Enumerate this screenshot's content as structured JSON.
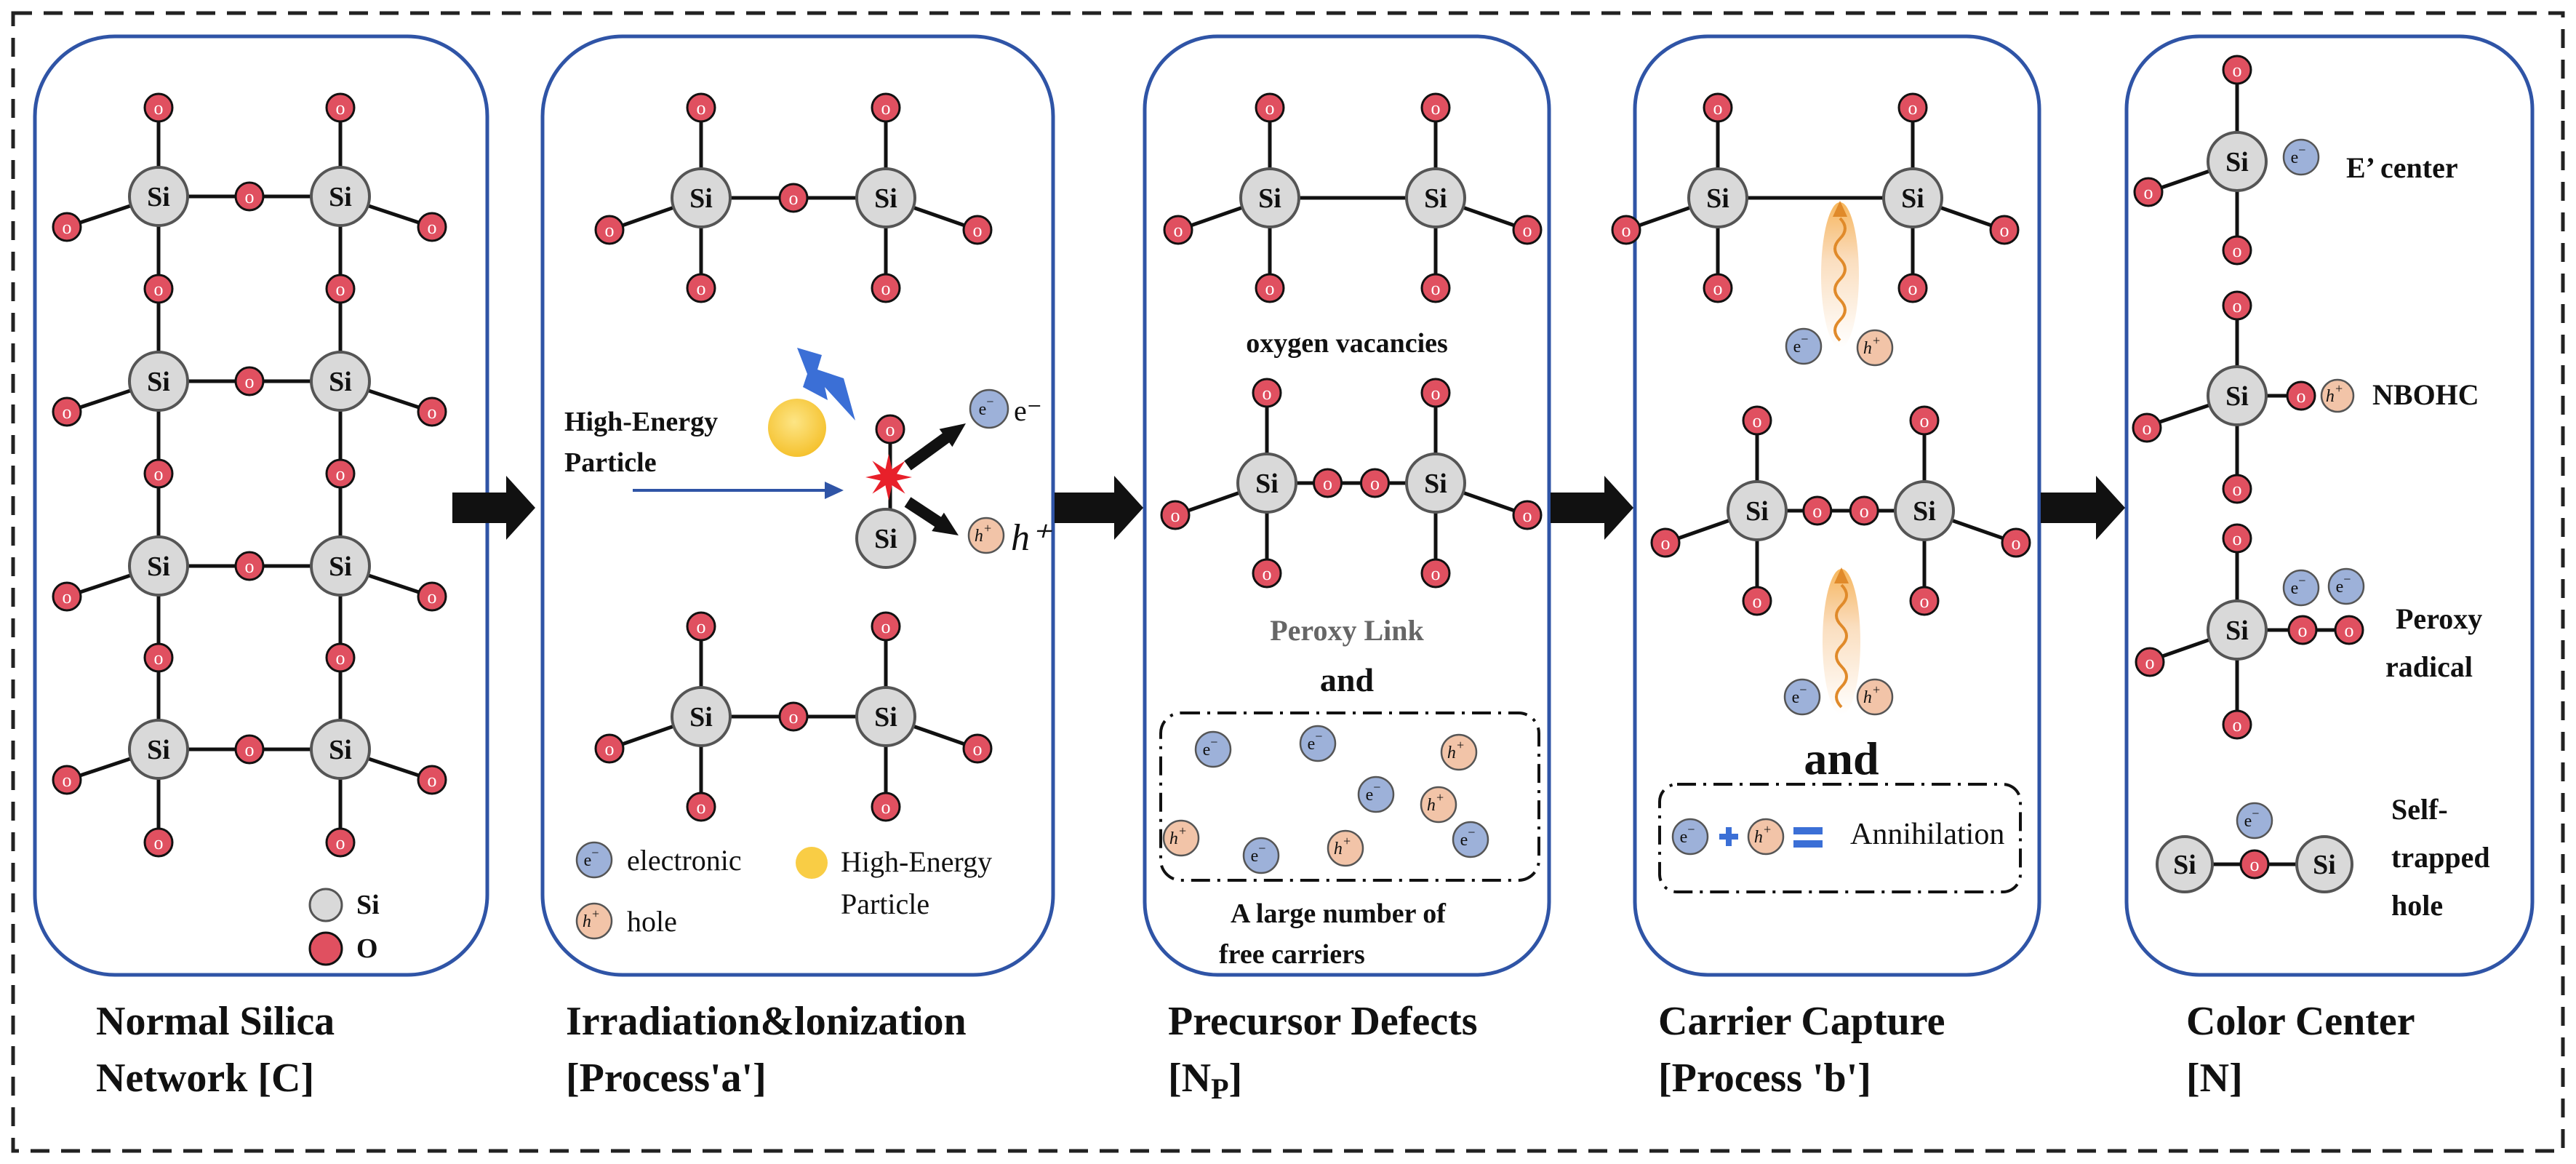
{
  "atoms": {
    "si": "Si",
    "o": "O"
  },
  "carriers": {
    "e": "e",
    "h": "h",
    "e_sup": "−",
    "h_sup": "+"
  },
  "colors": {
    "panel_border": "#2f54a6",
    "oxygen": "#e05060",
    "silicon": "#d9d9d9",
    "electron": "#9db1d9",
    "hole": "#f2c4a8",
    "particle": "#f9cd45",
    "lightning": "#3b6fd6",
    "defect_star": "#e8202a",
    "ray": "#f2a24a",
    "arrow": "#111111"
  },
  "panels": [
    {
      "id": "normal",
      "caption_line1": "Normal Silica",
      "caption_line2": "Network [C]",
      "legend_si": "Si",
      "legend_o": "O"
    },
    {
      "id": "irradiation",
      "caption_line1": "Irradiation&lonization",
      "caption_line2": "[Process'a']",
      "particle_label_line1": "High-Energy",
      "particle_label_line2": "Particle",
      "electron_label": "e⁻",
      "hole_label": "h⁺",
      "legend_electronic": "electronic",
      "legend_hole": "hole",
      "legend_particle_line1": "High-Energy",
      "legend_particle_line2": "Particle"
    },
    {
      "id": "precursor",
      "caption_line1": "Precursor Defects",
      "caption_line2": "[N",
      "caption_sub": "P",
      "caption_close": "]",
      "vacancy_label": "oxygen vacancies",
      "peroxy_label": "Peroxy Link",
      "and_label": "and",
      "carriers_label_line1": "A large number of",
      "carriers_label_line2": "free carriers"
    },
    {
      "id": "capture",
      "caption_line1": "Carrier Capture",
      "caption_line2": "[Process 'b']",
      "and_label": "and",
      "annihilation_label": "Annihilation"
    },
    {
      "id": "color",
      "caption_line1": "Color Center",
      "caption_line2": "[N]",
      "e_center_label": "E’ center",
      "nbohc_label": "NBOHC",
      "peroxy_radical_line1": "Peroxy",
      "peroxy_radical_line2": "radical",
      "stp_line1": "Self-",
      "stp_line2": "trapped",
      "stp_line3": "hole"
    }
  ]
}
